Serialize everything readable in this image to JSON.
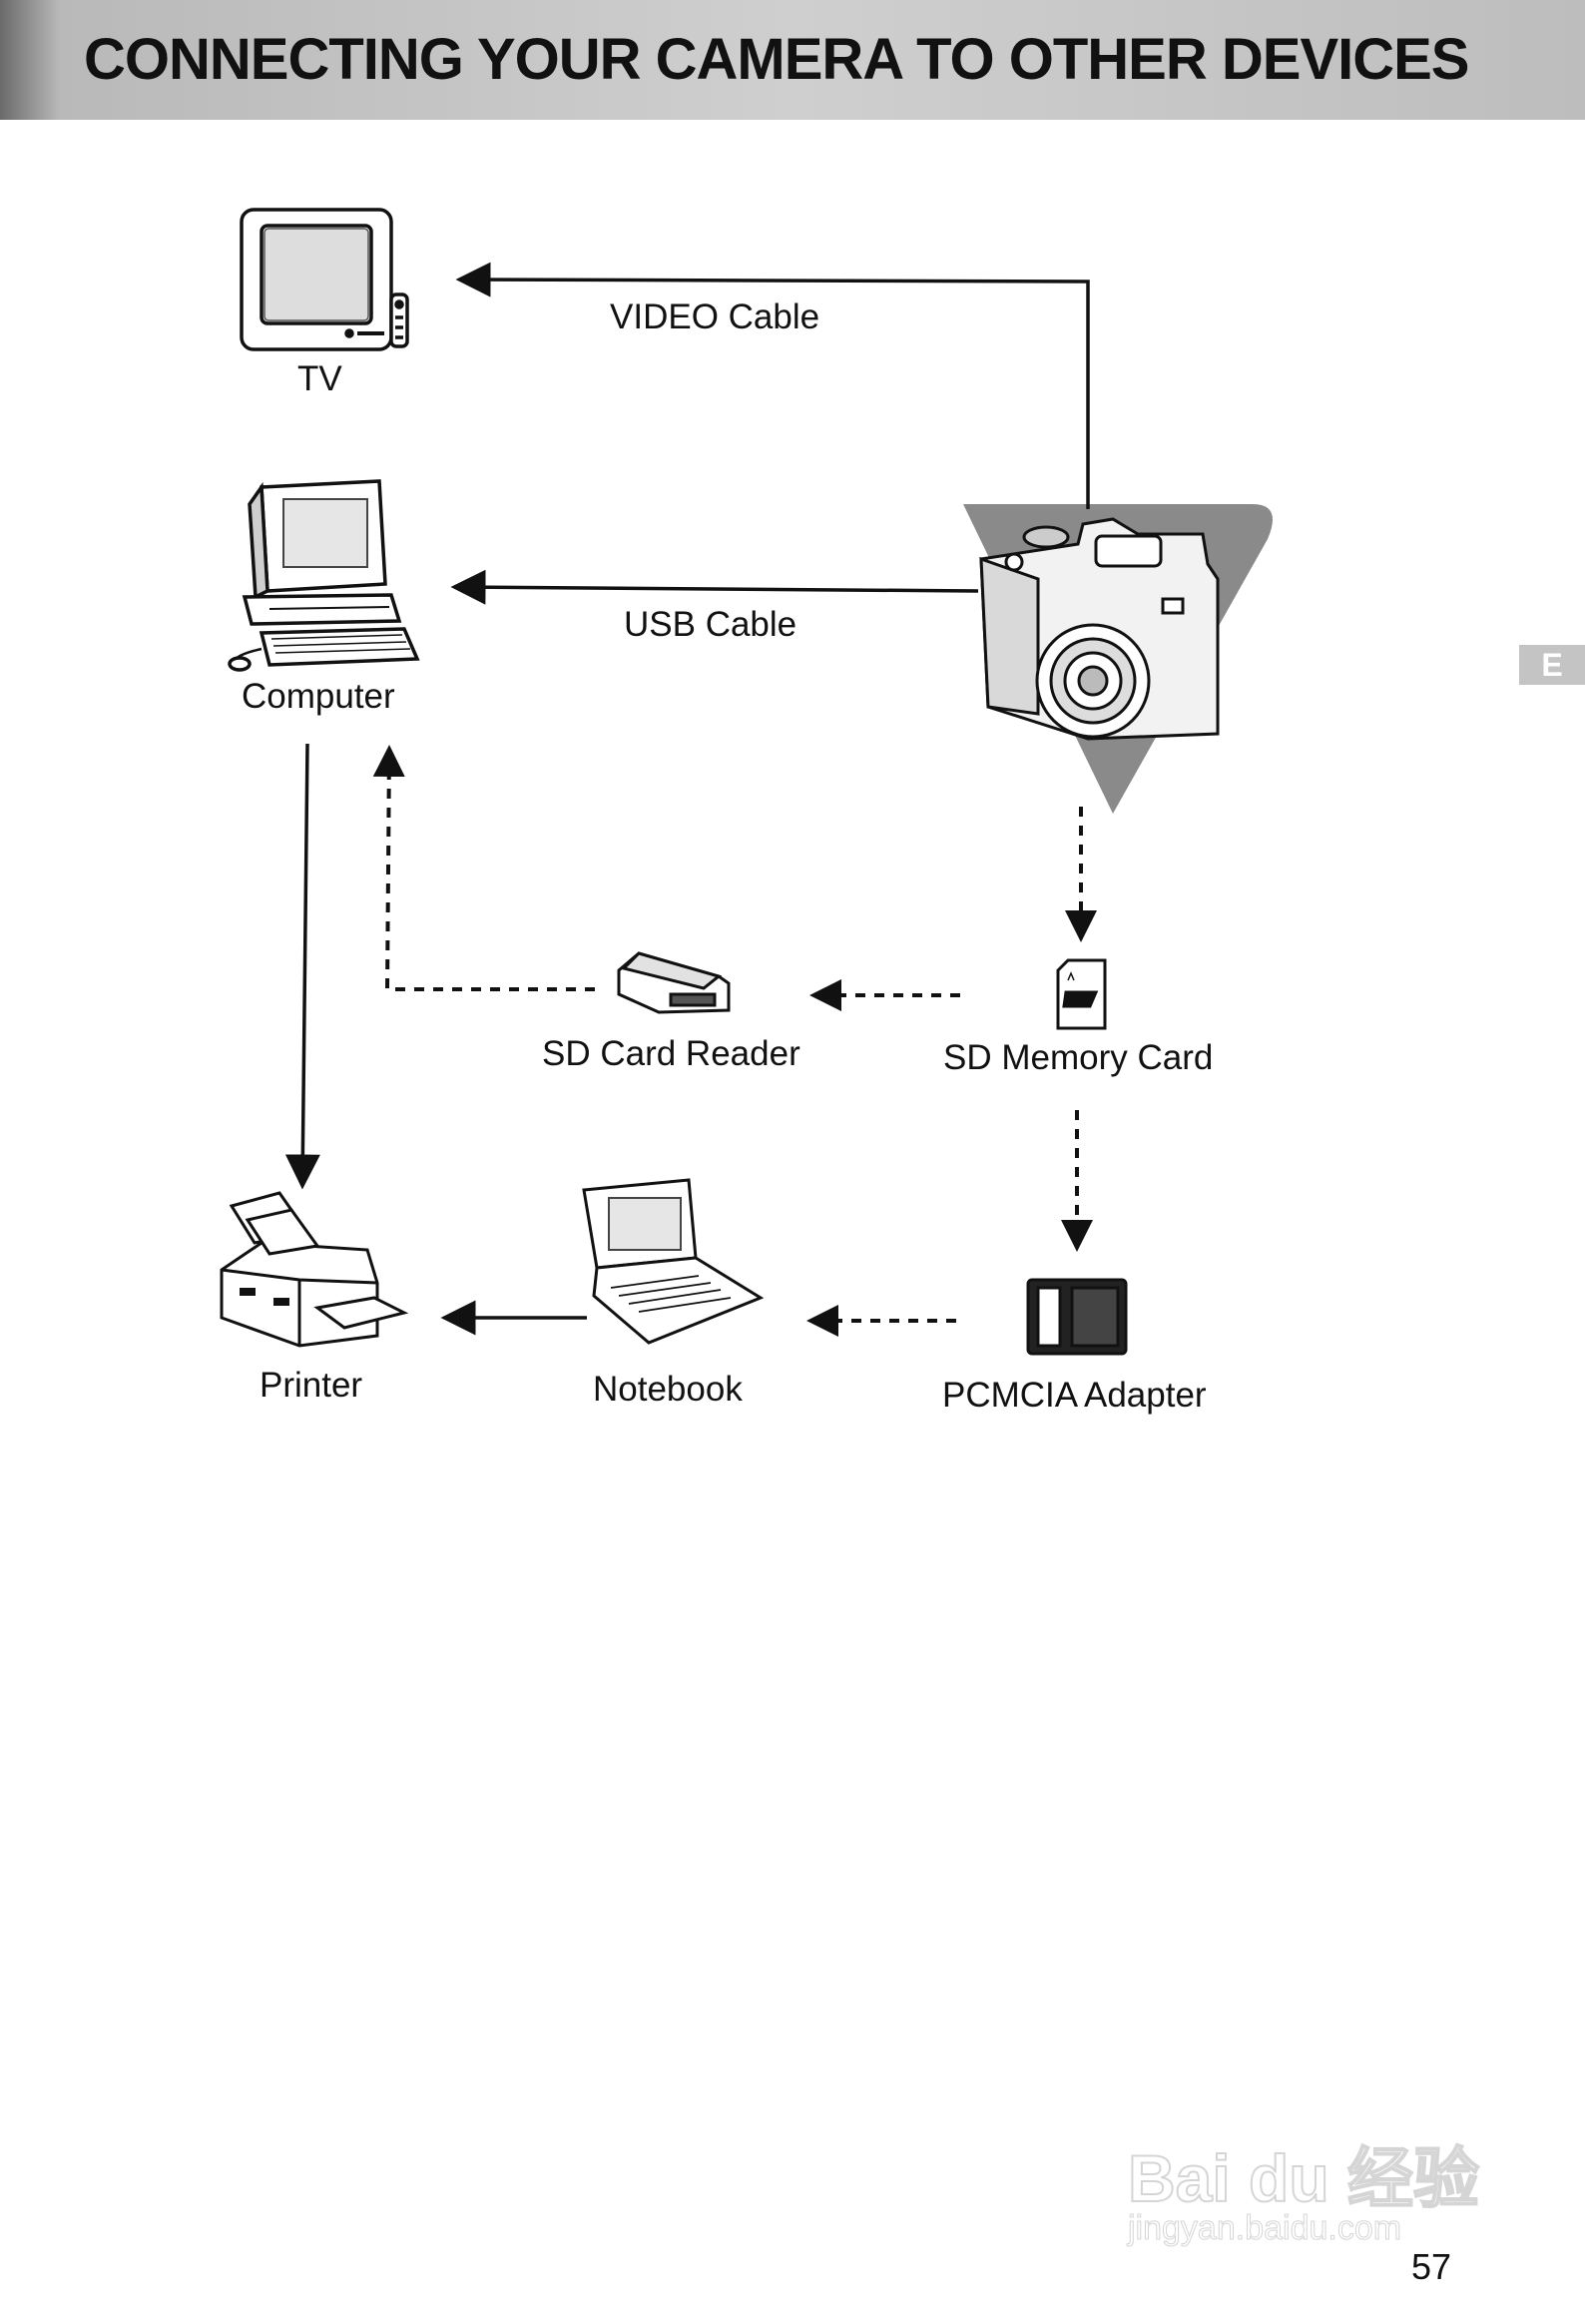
{
  "header": {
    "title": "CONNECTING YOUR CAMERA TO OTHER DEVICES"
  },
  "devices": {
    "tv": "TV",
    "computer": "Computer",
    "sd_card_reader": "SD Card Reader",
    "sd_memory_card": "SD Memory Card",
    "printer": "Printer",
    "notebook": "Notebook",
    "pcmcia_adapter": "PCMCIA Adapter"
  },
  "connections": {
    "video_cable": "VIDEO Cable",
    "usb_cable": "USB Cable"
  },
  "side_tab": "E",
  "page_number": "57",
  "watermark": {
    "brand": "Bai du 经验",
    "url": "jingyan.baidu.com"
  },
  "icons": [
    "tv-icon",
    "computer-icon",
    "camera-icon",
    "sd-card-reader-icon",
    "sd-memory-card-icon",
    "printer-icon",
    "notebook-icon",
    "pcmcia-adapter-icon"
  ]
}
